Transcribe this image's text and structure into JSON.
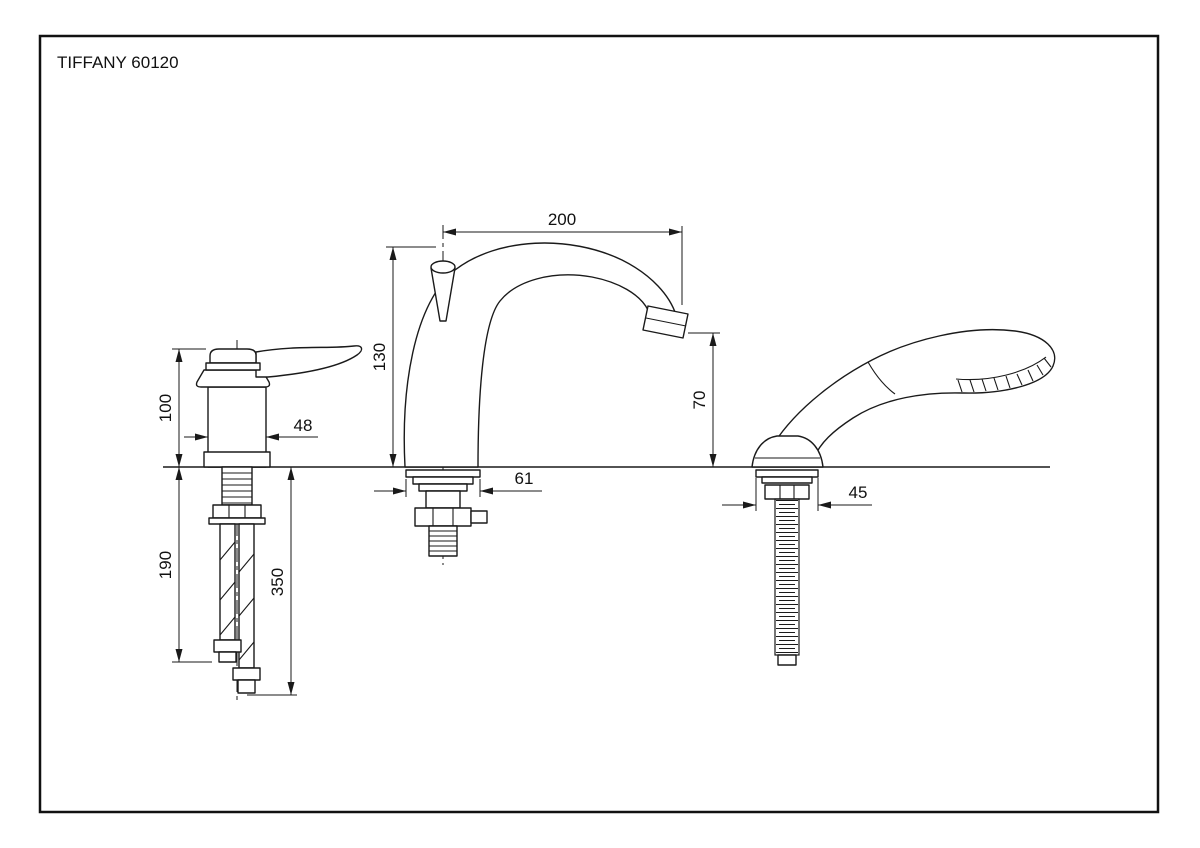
{
  "title": "TIFFANY 60120",
  "dimensions": {
    "spout_reach": "200",
    "spout_height": "130",
    "outlet_height": "70",
    "mixer_height": "100",
    "mixer_width": "48",
    "spout_base": "61",
    "shower_base": "45",
    "tail_length": "190",
    "tail_total": "350"
  }
}
